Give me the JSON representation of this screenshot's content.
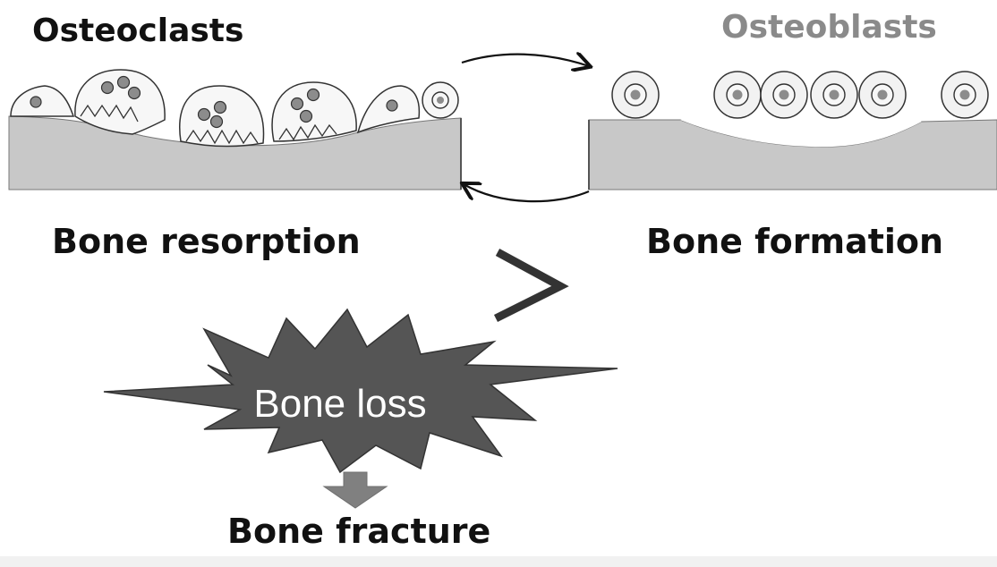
{
  "labels": {
    "osteoclasts": "Osteoclasts",
    "osteoblasts": "Osteoblasts",
    "bone_resorption": "Bone resorption",
    "bone_formation": "Bone formation",
    "bone_loss": "Bone loss",
    "bone_fracture": "Bone fracture"
  },
  "colors": {
    "bone": "#c8c8c8",
    "cell_fill": "#f7f7f7",
    "cell_outline": "#333333",
    "nucleus": "#8c8c8c",
    "starburst": "#555555",
    "arrow": "#111111",
    "osteoblasts_text": "#8a8a8a",
    "down_arrow": "#808080"
  }
}
